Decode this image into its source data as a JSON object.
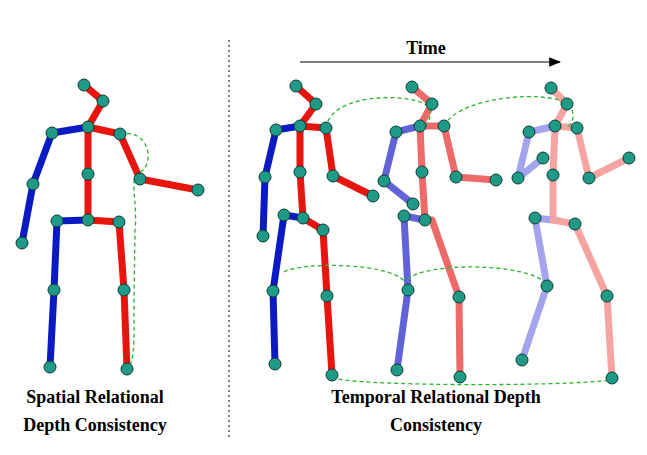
{
  "diagram": {
    "labels": [
      "Time",
      "Spatial Relational Depth Consistency",
      "Temporal Relational Depth Consistency"
    ]
  }
}
